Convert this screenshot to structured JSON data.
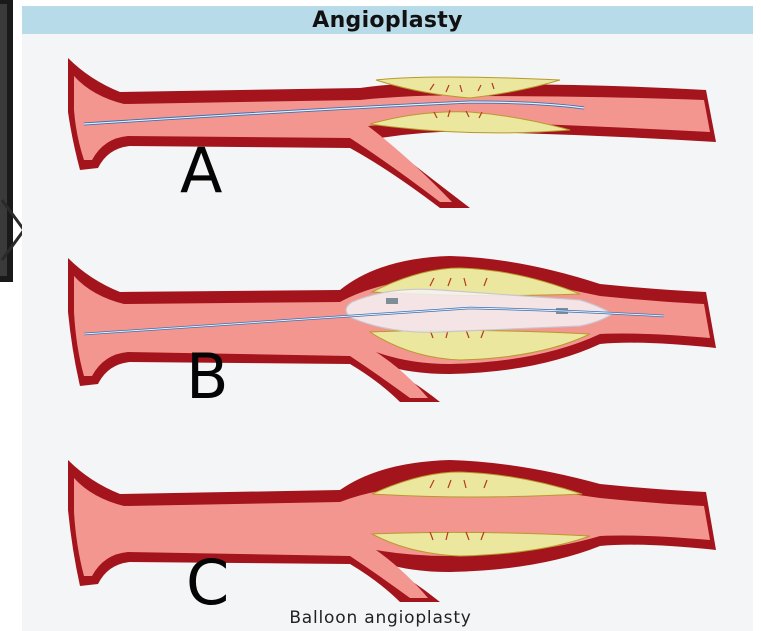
{
  "figure": {
    "title": "Angioplasty",
    "caption": "Balloon angioplasty",
    "colors": {
      "title_bar": "#b7dbe8",
      "background": "#f3f5f6",
      "artery_wall": "#a3141c",
      "artery_lumen": "#f49690",
      "plaque": "#ece79f",
      "guidewire": "#3a6fb0",
      "balloon": "#f4f2f6"
    }
  },
  "stages": [
    {
      "label": "A"
    },
    {
      "label": "B"
    },
    {
      "label": "C"
    }
  ]
}
